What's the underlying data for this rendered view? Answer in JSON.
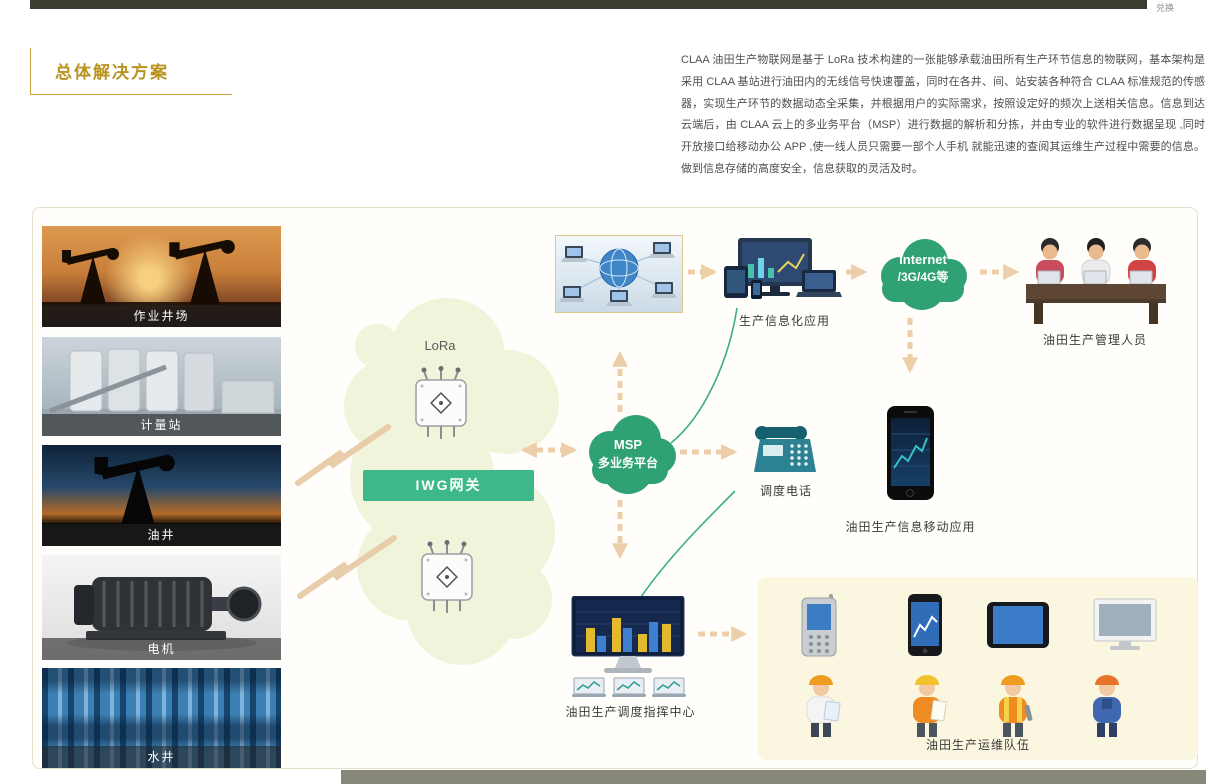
{
  "topbar": {
    "link": "兑换"
  },
  "page": {
    "title": "总体解决方案"
  },
  "intro": {
    "text": "CLAA 油田生产物联网是基于 LoRa 技术构建的一张能够承载油田所有生产环节信息的物联网，基本架构是采用 CLAA 基站进行油田内的无线信号快速覆盖，同时在各井、间、站安装各种符合 CLAA 标准规范的传感器，实现生产环节的数据动态全采集，并根据用户的实际需求，按照设定好的频次上送相关信息。信息到达云端后，由 CLAA 云上的多业务平台（MSP）进行数据的解析和分拣，并由专业的软件进行数据呈现 ,同时开放接口给移动办公 APP ,使一线人员只需要一部个人手机 就能迅速的查阅其运维生产过程中需要的信息。做到信息存储的高度安全，信息获取的灵活及时。"
  },
  "sites": [
    {
      "label": "作业井场"
    },
    {
      "label": "计量站"
    },
    {
      "label": "油井"
    },
    {
      "label": "电机"
    },
    {
      "label": "水井"
    }
  ],
  "network": {
    "lora_label": "LoRa",
    "gateway_button": "IWG网关",
    "msp_line1": "MSP",
    "msp_line2": "多业务平台",
    "internet_line1": "Internet",
    "internet_line2": "/3G/4G等"
  },
  "nodes": {
    "info_app": "生产信息化应用",
    "managers": "油田生产管理人员",
    "dispatch_phone": "调度电话",
    "mobile_app": "油田生产信息移动应用",
    "command_center": "油田生产调度指挥中心",
    "ops_team": "油田生产运维队伍"
  },
  "colors": {
    "accent_gold": "#b8941f",
    "cloud_green": "#2fa172",
    "button_green": "#3cb88a",
    "arrow_tan": "#eccfa8",
    "topbar_dark": "#3c3c30",
    "lora_cloud_fill": "#f0f4db",
    "ops_panel_cream": "#fbf6df"
  }
}
